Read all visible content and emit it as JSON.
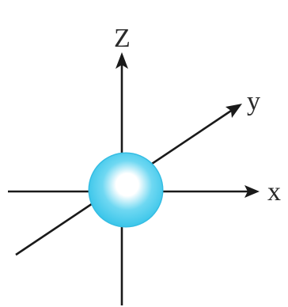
{
  "diagram": {
    "labels": {
      "z": "Z",
      "y": "y",
      "x": "x"
    },
    "colors": {
      "axis": "#1a1a1a",
      "label": "#2a2a2a",
      "sphere_core": "#ffffff",
      "sphere_mid": "#6fd8f2",
      "sphere_edge": "#3cc6ea",
      "sphere_rim": "#35bde3"
    }
  }
}
